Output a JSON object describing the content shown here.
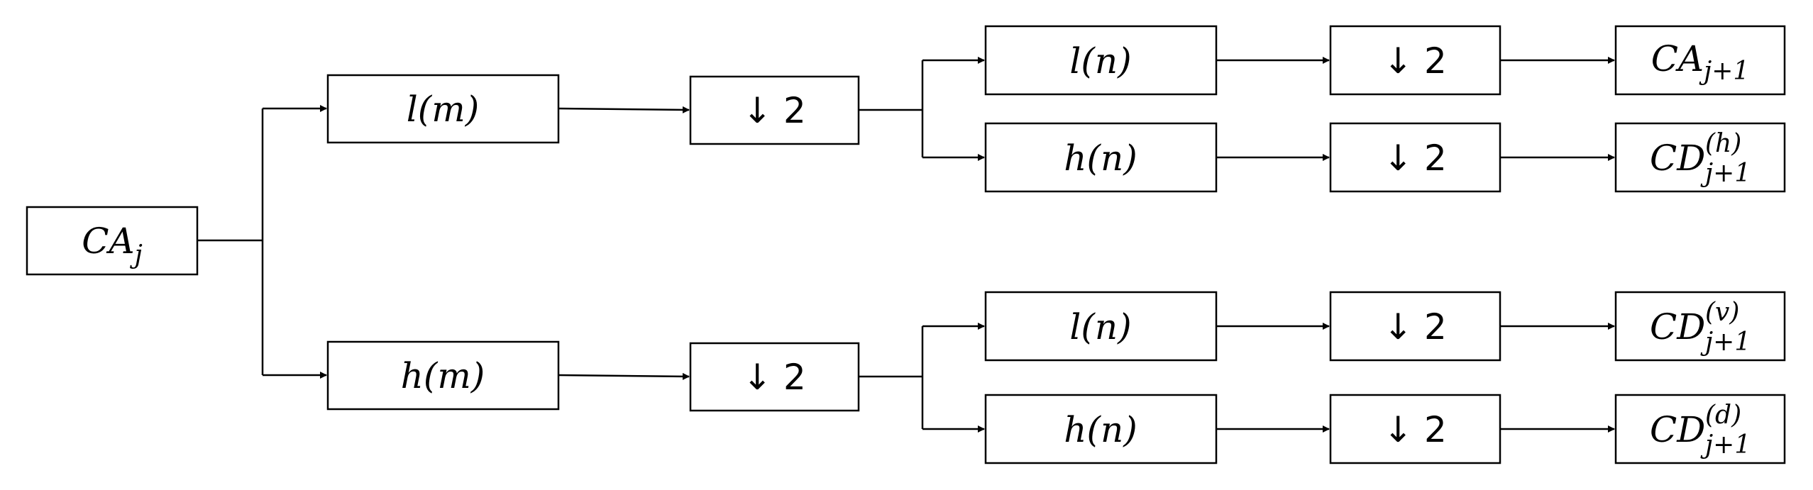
{
  "diagram": {
    "input": {
      "base": "CA",
      "sub": "j"
    },
    "row_filters": {
      "low": "l(m)",
      "high": "h(m)"
    },
    "downsample": "↓ 2",
    "col_filters": {
      "low": "l(n)",
      "high": "h(n)"
    },
    "outputs": {
      "approx": {
        "base": "CA",
        "sub": "j+1",
        "sup": ""
      },
      "horizontal": {
        "base": "CD",
        "sub": "j+1",
        "sup": "(h)"
      },
      "vertical": {
        "base": "CD",
        "sub": "j+1",
        "sup": "(v)"
      },
      "diagonal": {
        "base": "CD",
        "sub": "j+1",
        "sup": "(d)"
      }
    }
  }
}
